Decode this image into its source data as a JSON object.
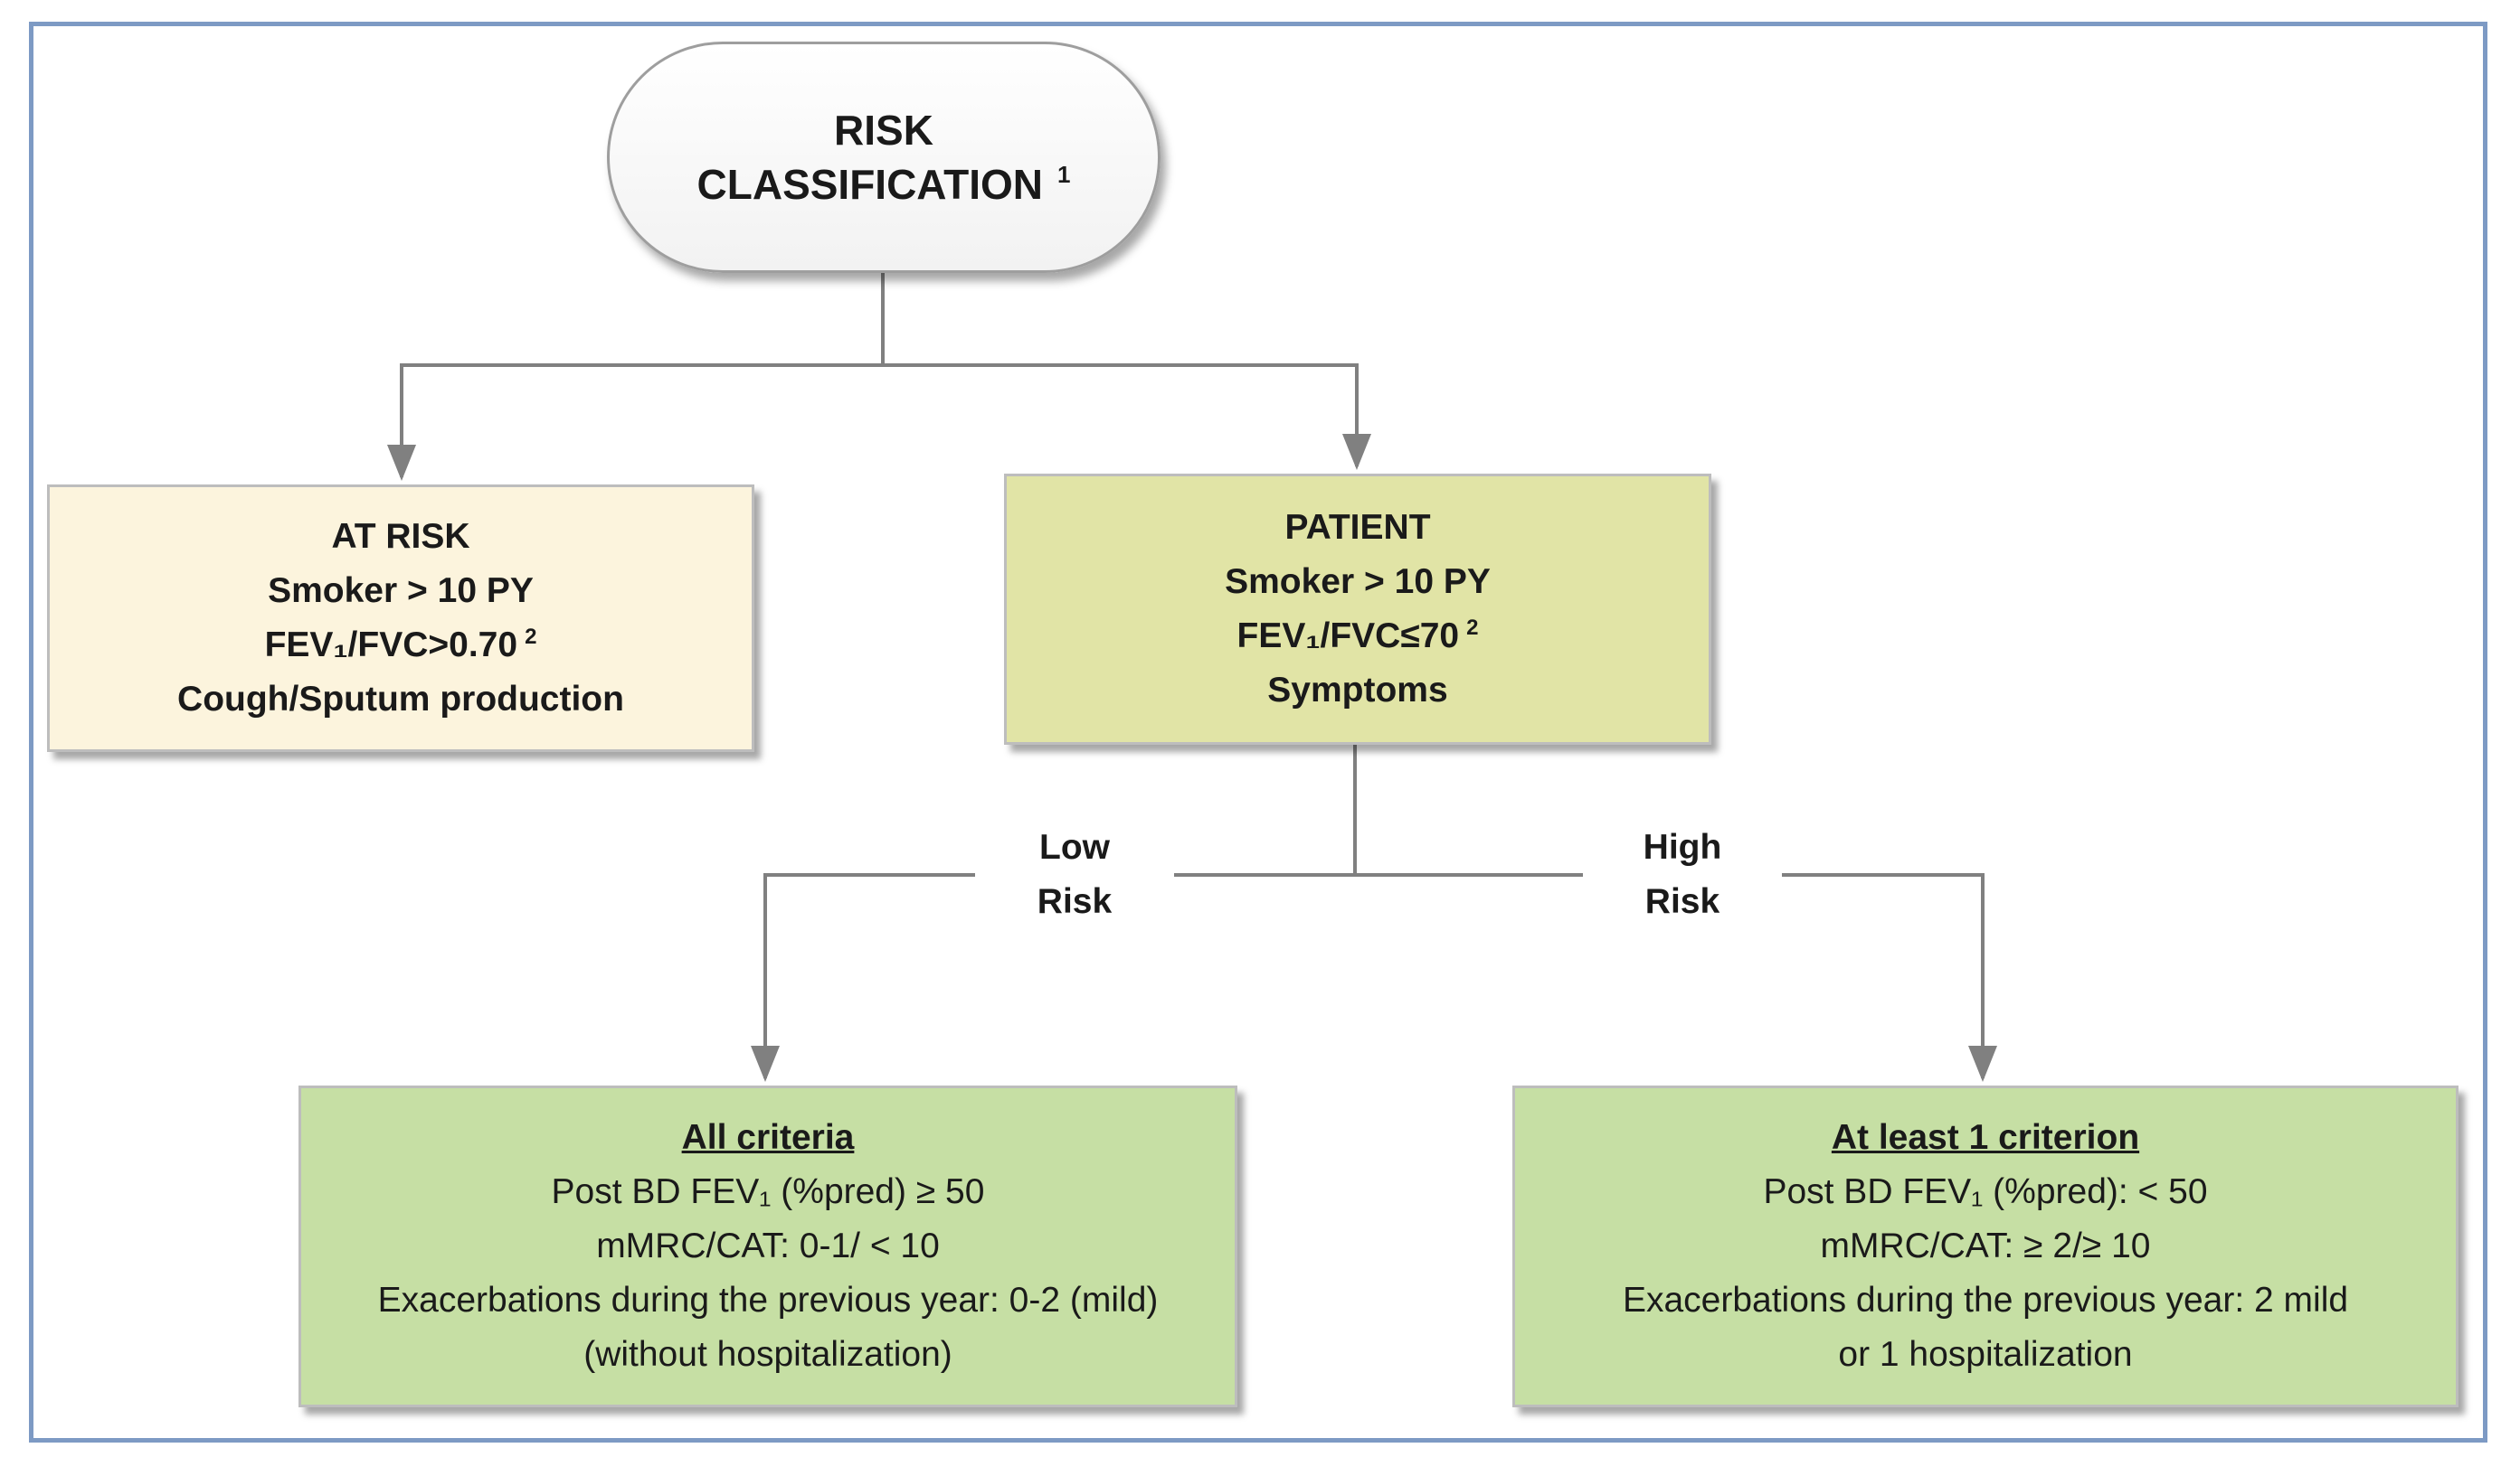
{
  "root": {
    "line1": "RISK",
    "line2": "CLASSIFICATION",
    "footnote": "1"
  },
  "at_risk": {
    "title": "AT RISK",
    "smoker": "Smoker > 10 PY",
    "fev_prefix": "FEV₁/FVC>0.70",
    "fev_footnote": "2",
    "symptom": "Cough/Sputum production"
  },
  "patient": {
    "title": "PATIENT",
    "smoker": "Smoker > 10 PY",
    "fev_prefix": "FEV₁/FVC≤70",
    "fev_footnote": "2",
    "symptom": "Symptoms"
  },
  "branches": {
    "low": {
      "line1": "Low",
      "line2": "Risk"
    },
    "high": {
      "line1": "High",
      "line2": "Risk"
    }
  },
  "low_risk_box": {
    "heading": "All criteria",
    "fev": "Post BD FEV₁ (%pred) ≥ 50",
    "mmrc": "mMRC/CAT: 0-1/ < 10",
    "exacerbations": "Exacerbations during the previous year: 0-2 (mild)",
    "hospitalization": "(without hospitalization)"
  },
  "high_risk_box": {
    "heading": "At least 1 criterion",
    "fev": "Post BD FEV₁ (%pred): < 50",
    "mmrc": "mMRC/CAT: ≥ 2/≥ 10",
    "exacerbations": "Exacerbations during the previous year: 2 mild",
    "hospitalization": "or 1 hospitalization"
  },
  "colors": {
    "frame": "#7d9ac4",
    "connector": "#808080",
    "at_risk_fill": "#fcf4dd",
    "patient_fill": "#e1e4a6",
    "criteria_fill": "#c6dfa4"
  }
}
